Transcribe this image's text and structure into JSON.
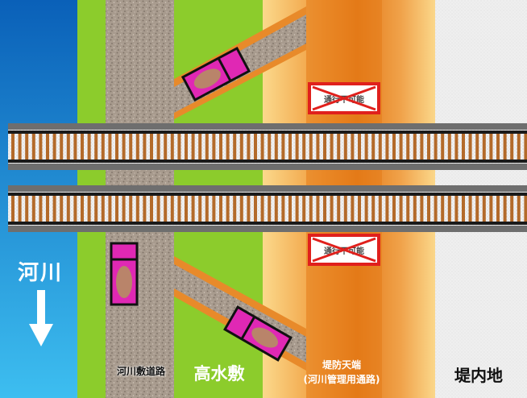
{
  "zones": {
    "river": {
      "label": "河川"
    },
    "riverbed_road": {
      "label": "河川敷道路"
    },
    "high_water_bed": {
      "label": "高水敷"
    },
    "levee_crown": {
      "label": "堤防天端",
      "sublabel": "(河川管理用通路)"
    },
    "inland": {
      "label": "堤内地"
    }
  },
  "signs": [
    {
      "name": "no-entry-sign-top",
      "text": "通行不可能"
    },
    {
      "name": "no-entry-sign-bottom",
      "text": "通行不可能"
    }
  ],
  "colors": {
    "river": "#1e8fd6",
    "green": "#8ccc2c",
    "road": "#b0a396",
    "levee": "#e87d1e",
    "levee_light": "#f7c266",
    "inland": "#e6e6e6",
    "rail": "#4a4a4a",
    "tie": "#b36a2a",
    "vehicle": "#e028b4",
    "sign_border": "#e0201c"
  },
  "icons": {
    "river_arrow": "arrow-down-icon",
    "vehicle": "vehicle-icon"
  }
}
